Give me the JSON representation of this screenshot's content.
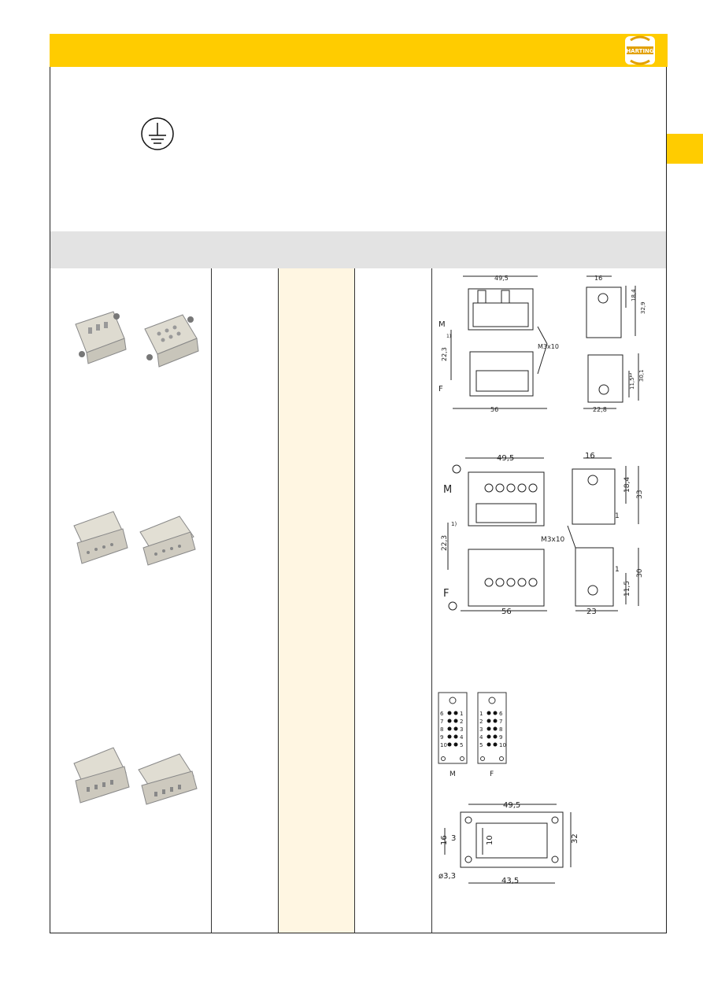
{
  "header": {
    "logo_text": "HARTING",
    "accent": "#ffcc00"
  },
  "section_band": {
    "color": "#e3e3e3"
  },
  "icons": [
    "protective-earth-icon"
  ],
  "drawing1": {
    "dims": {
      "width_top": "49,5",
      "width_bottom": "56",
      "side_w": "16",
      "side_h1": "18,4",
      "side_h2": "32,9",
      "height_mid": "22,3",
      "note": "1)",
      "screw": "M3x10",
      "f_h1": "11,5",
      "f_h2": "1",
      "f_h3": "30,1",
      "f_w": "22,8"
    },
    "labels": {
      "male": "M",
      "female": "F"
    }
  },
  "drawing2": {
    "dims": {
      "width_top": "49,5",
      "width_bottom": "56",
      "side_w": "16",
      "side_h1": "18,4",
      "side_h2": "33",
      "side_h3": "1",
      "height_mid": "22,3",
      "note": "1)",
      "screw": "M3x10",
      "f_h1": "1",
      "f_h2": "30",
      "f_h3": "11,5",
      "f_w": "23"
    },
    "labels": {
      "male": "M",
      "female": "F"
    }
  },
  "pinout": {
    "male_pins": [
      [
        "6",
        "1"
      ],
      [
        "7",
        "2"
      ],
      [
        "8",
        "3"
      ],
      [
        "9",
        "4"
      ],
      [
        "10",
        "5"
      ]
    ],
    "female_pins": [
      [
        "1",
        "6"
      ],
      [
        "2",
        "7"
      ],
      [
        "3",
        "8"
      ],
      [
        "4",
        "9"
      ],
      [
        "5",
        "10"
      ]
    ],
    "labels": {
      "male": "M",
      "female": "F"
    }
  },
  "cutout": {
    "w1": "49,5",
    "w2": "43,5",
    "h1": "32",
    "h2": "16",
    "h3": "10",
    "d3": "3",
    "hole": "ø3,3"
  }
}
